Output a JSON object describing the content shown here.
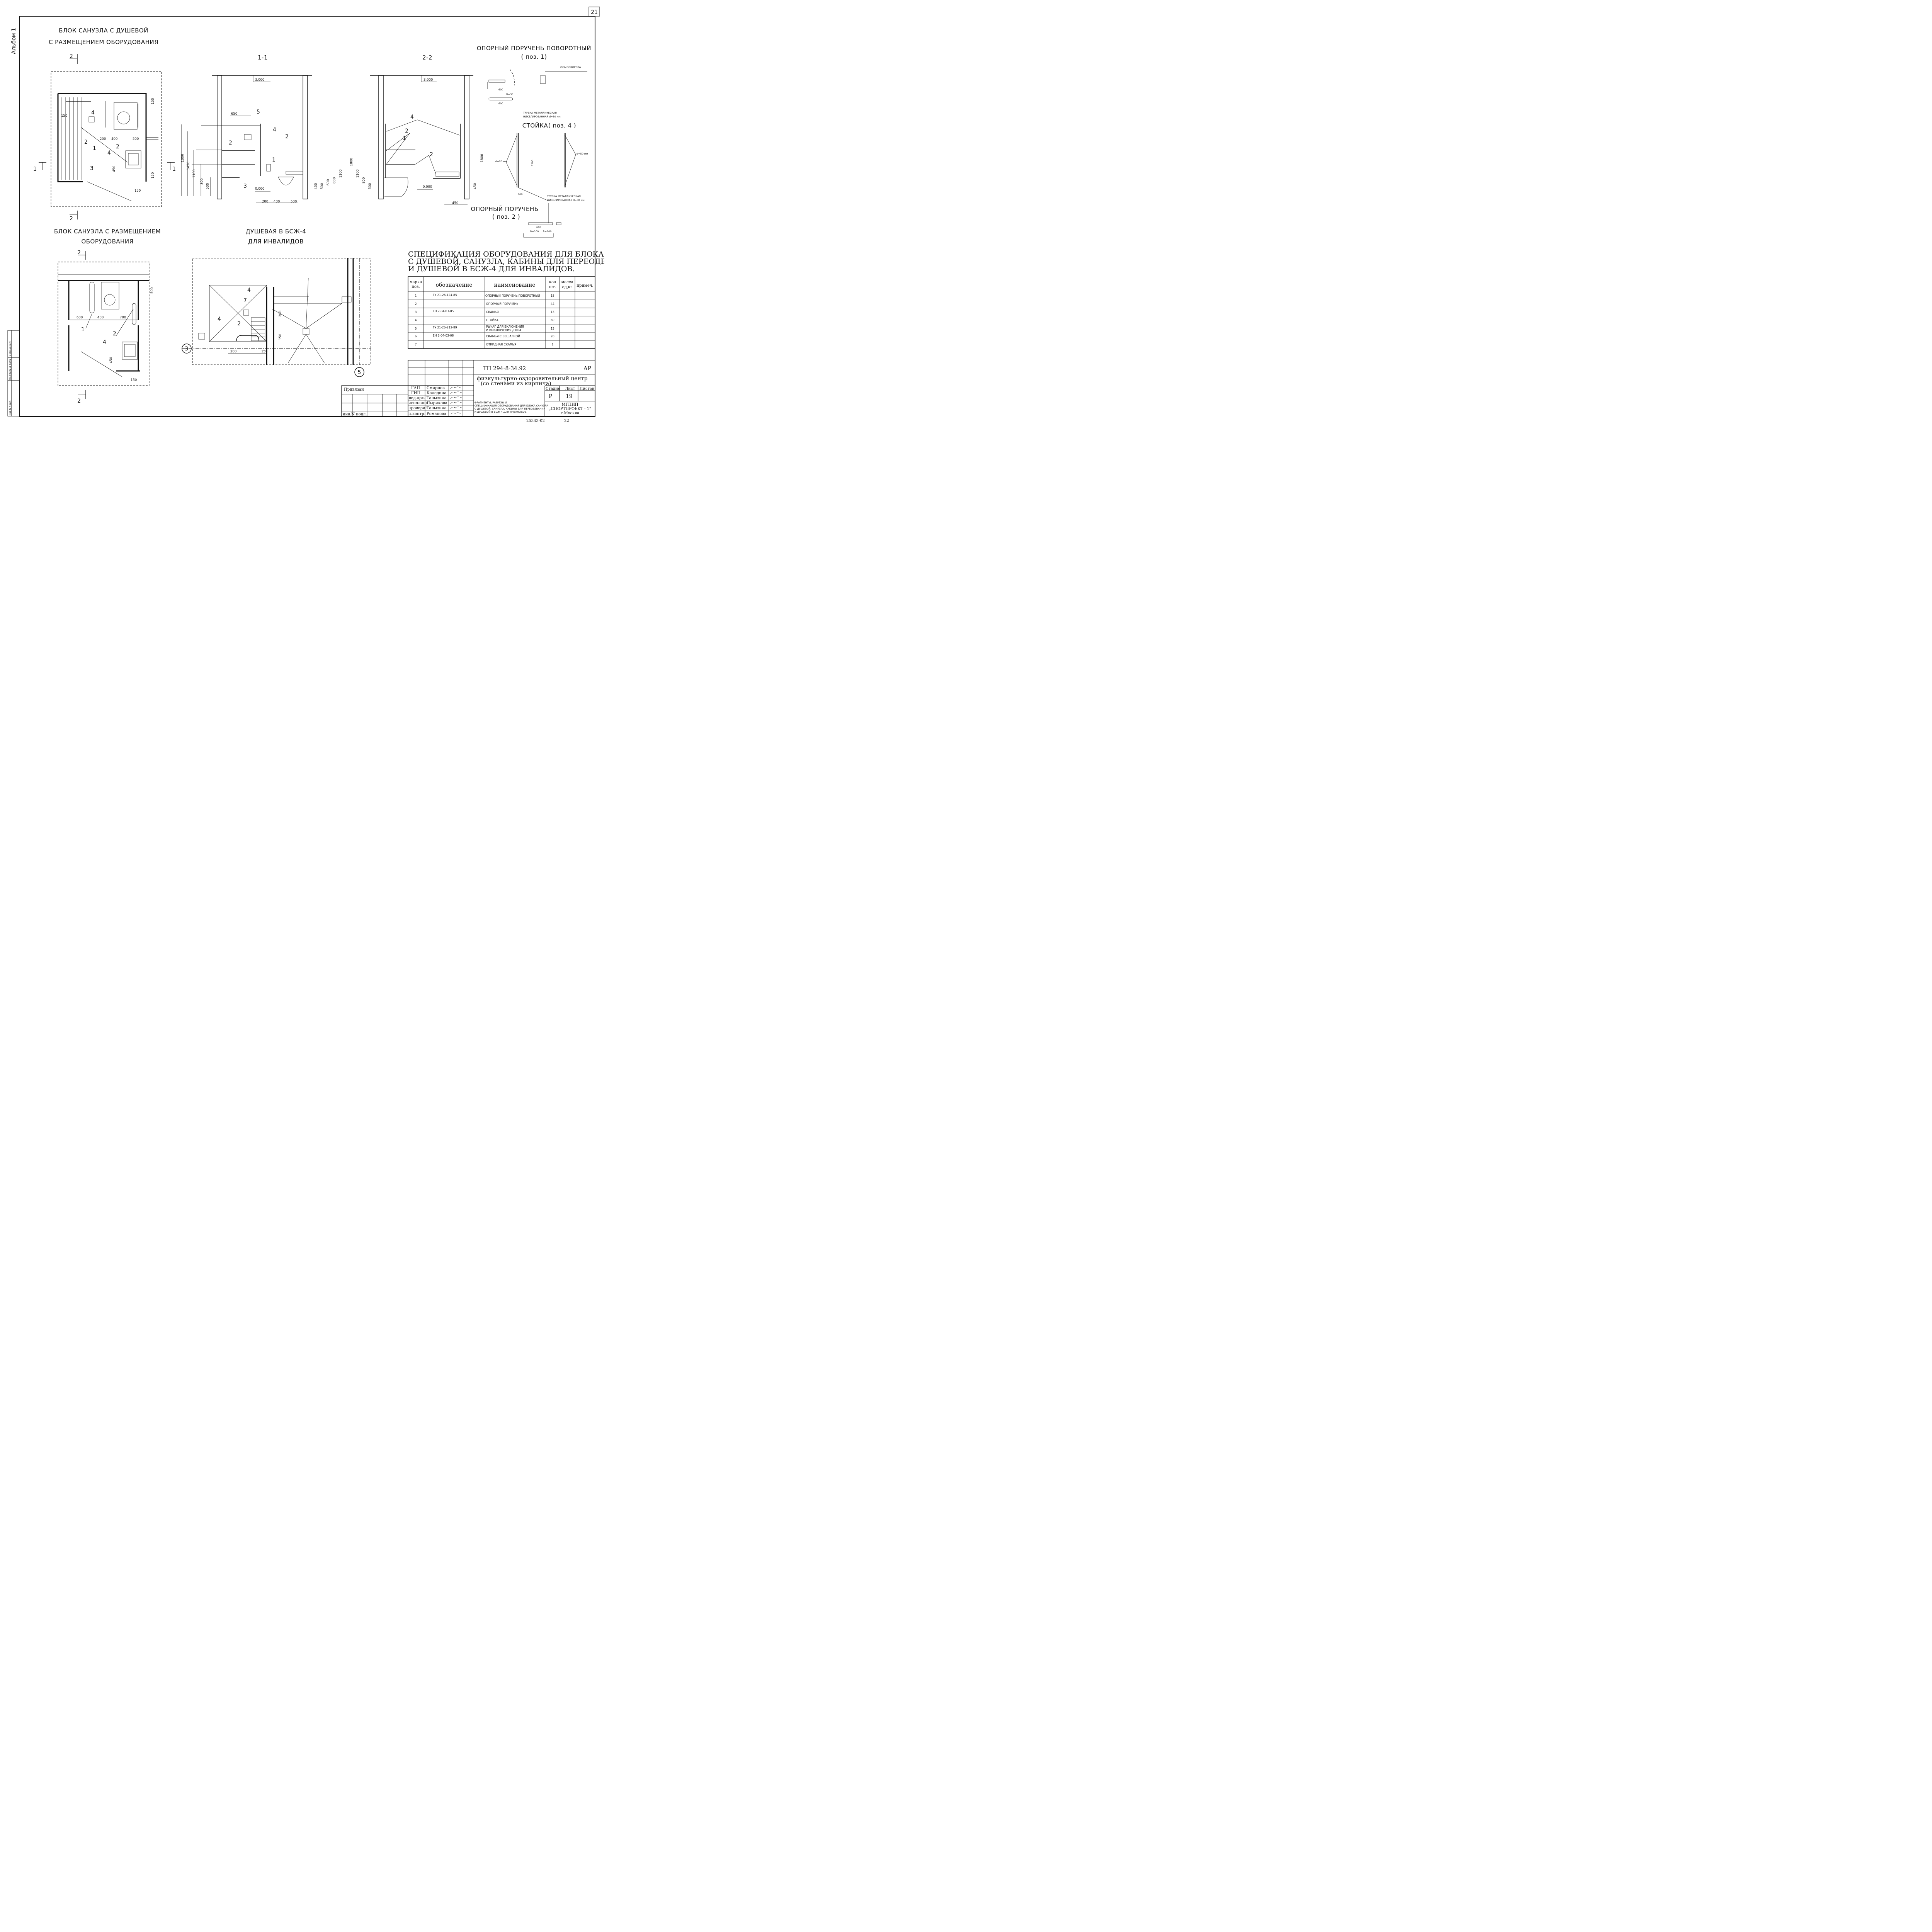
{
  "album": "Альбом 1",
  "sheet_corner": "21",
  "titles": {
    "block_shower_1": "БЛОК САНУЗЛА С ДУШЕВОЙ",
    "block_shower_2": "С РАЗМЕЩЕНИЕМ ОБОРУДОВАНИЯ",
    "section_11": "1-1",
    "section_22": "2-2",
    "handrail_rot_1": "ОПОРНЫЙ ПОРУЧЕНЬ ПОВОРОТНЫЙ",
    "handrail_rot_2": "( поз. 1)",
    "stand_1": "СТОЙКА",
    "stand_2": "( поз. 4 )",
    "handrail_1": "ОПОРНЫЙ ПОРУЧЕНЬ",
    "handrail_2": "( поз. 2 )",
    "block_wc_1": "БЛОК САНУЗЛА С РАЗМЕЩЕНИЕМ",
    "block_wc_2": "ОБОРУДОВАНИЯ",
    "shower_1": "ДУШЕВАЯ В БСЖ-4",
    "shower_2": "ДЛЯ ИНВАЛИДОВ"
  },
  "notes": {
    "axis_rot": "ОСЬ ПОВОРОТА",
    "tube_1": "ТРУБКА МЕТАЛЛИЧЕСКАЯ",
    "tube_2": "НИКЕЛИРОВАННАЯ  d=30 мм.",
    "d50a": "d=50 мм",
    "d50b": "d=50 мм",
    "r30": "R=30",
    "r100a": "R=100",
    "r100b": "R=100"
  },
  "marks": {
    "cut2": "2",
    "cut1": "1",
    "lvl3000": "3.000",
    "lvl0": "0.000",
    "axisE": "Э",
    "axis5": "5",
    "n1": "1",
    "n2": "2",
    "n3": "3",
    "n4": "4",
    "n5": "5",
    "n7": "7"
  },
  "dims": {
    "d150": "150",
    "d200": "200",
    "d400": "400",
    "d500": "500",
    "d450": "450",
    "d650": "650",
    "d1800": "1800",
    "d1450": "1450",
    "d1100": "1100",
    "d800": "800",
    "d600": "600",
    "d700": "700",
    "d100": "100",
    "d1300": "1300"
  },
  "spec": {
    "title_1": "СПЕЦИФИКАЦИЯ ОБОРУДОВАНИЯ ДЛЯ БЛОКА САНУЗЛА",
    "title_2": "С ДУШЕВОЙ, САНУЗЛА, КАБИНЫ ДЛЯ ПЕРЕОДЕВАНИЯ",
    "title_3": "И ДУШЕВОЙ В БСЖ-4 ДЛЯ ИНВАЛИДОВ.",
    "headers": {
      "mark_1": "марка",
      "mark_2": "поз.",
      "designation": "обозначение",
      "name": "наименование",
      "qty_1": "кол",
      "qty_2": "шт.",
      "mass_1": "масса",
      "mass_2": "ед,кг",
      "note": "примеч."
    },
    "rows": [
      {
        "pos": "1",
        "designation": "ТУ  21-26-124-85",
        "name": "ОПОРНЫЙ ПОРУЧЕНЬ ПОВОРОТНЫЙ",
        "name2": "",
        "qty": "15"
      },
      {
        "pos": "2",
        "designation": "",
        "name": "ОПОРНЫЙ ПОРУЧЕНЬ",
        "name2": "",
        "qty": "44"
      },
      {
        "pos": "3",
        "designation": "ЕН  2-04-03-05",
        "name": "СКАМЬЯ",
        "name2": "",
        "qty": "13"
      },
      {
        "pos": "4",
        "designation": "",
        "name": "СТОЙКА",
        "name2": "",
        "qty": "69"
      },
      {
        "pos": "5",
        "designation": "ТУ  21-26-212-89",
        "name": "РЫЧАГ ДЛЯ ВКЛЮЧЕНИЯ",
        "name2": "И ВЫКЛЮЧЕНИЯ ДУША",
        "qty": "13"
      },
      {
        "pos": "6",
        "designation": "ЕН  2-04-03-08",
        "name": "СКАМЬЯ С ВЕШАЛКОЙ",
        "name2": "",
        "qty": "20"
      },
      {
        "pos": "7",
        "designation": "",
        "name": "ОТКИДНАЯ СКАМЬЯ",
        "name2": "",
        "qty": "1"
      }
    ]
  },
  "stamp": {
    "code": "ТП 294-8-34.92",
    "stage_code": "АР",
    "project_1": "физкультурно-оздоровительный центр",
    "project_2": "(со стенами из кирпича)",
    "bound": "Привязан",
    "inv": "инв.N подл.",
    "roles": [
      {
        "role": "ГАП",
        "name": "Смирнов"
      },
      {
        "role": "ГИП",
        "name": "Каледина"
      },
      {
        "role": "вед.арх.",
        "name": "Талызина"
      },
      {
        "role": "исполнил",
        "name": "Пырикова"
      },
      {
        "role": "проверил",
        "name": "Талызина"
      },
      {
        "role": "н.контр.",
        "name": "Романова"
      }
    ],
    "stage_h": "Стадия",
    "sheet_h": "Лист",
    "sheets_h": "Листов",
    "stage_v": "Р",
    "sheet_v": "19",
    "desc_1": "ФРАГМЕНТЫ, РАЗРЕЗЫ И",
    "desc_2": "СПЕЦИФИКАЦИЯ ОБОРУДОВАНИЯ ДЛЯ БЛОКА САНУЗЛА",
    "desc_3": "С ДУШЕВОЙ, САНУЗЛА, КАБИНЫ ДЛЯ ПЕРЕОДЕВАНИЯ",
    "desc_4": "И ДУШЕВОЙ В БСЖ-4 ДЛЯ ИНВАЛИДОВ.",
    "org_1": "МГПИП",
    "org_2": "„СПОРТПРОЕКТ - 1\"",
    "org_3": "г.Москва",
    "bottom_num": "25343-02",
    "bottom_page": "22"
  },
  "side_box": {
    "inv": "инв.N подл.",
    "sign": "Подпись и дата",
    "replace": "Взам.инв.N"
  }
}
